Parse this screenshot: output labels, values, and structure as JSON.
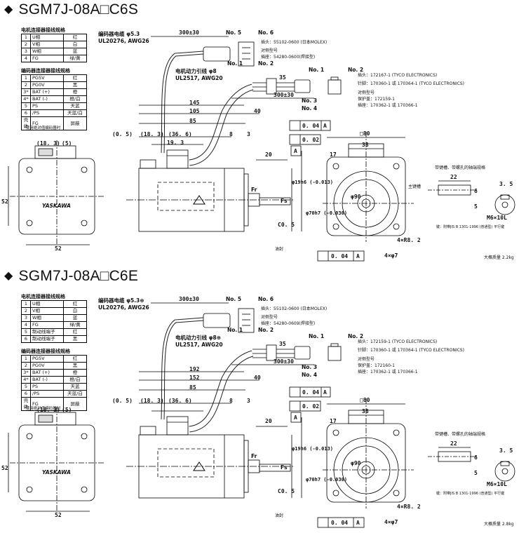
{
  "panels": [
    {
      "title": "SGM7J-08A□C6S",
      "power_table_title": "电机连接器接线规格",
      "power_rows": [
        [
          "1",
          "U相",
          "红"
        ],
        [
          "2",
          "V相",
          "白"
        ],
        [
          "3",
          "W相",
          "蓝"
        ],
        [
          "4",
          "FG",
          "绿/黄"
        ]
      ],
      "encoder_table_title": "编码器连接器接线规格",
      "encoder_rows": [
        [
          "1",
          "PG5V",
          "红"
        ],
        [
          "2",
          "PG0V",
          "黑"
        ],
        [
          "3*",
          "BAT (+)",
          "橙"
        ],
        [
          "4*",
          "BAT (-)",
          "橙/白"
        ],
        [
          "5",
          "PS",
          "天蓝"
        ],
        [
          "6",
          "/PS",
          "天蓝/白"
        ],
        [
          "壳体",
          "FG",
          "屏蔽"
        ]
      ],
      "encoder_note": "*使用绝对值编码器时",
      "encoder_cable": "编码器电缆 φ5.3",
      "encoder_cable_spec": "UL20276, AWG26",
      "power_cable": "电机动力引线 φ8",
      "power_cable_spec": "UL2517, AWG20",
      "no5": "No. 5",
      "no6": "No. 6",
      "no1": "No. 1",
      "no2": "No. 2",
      "no3": "No. 3",
      "no4": "No. 4",
      "enc_plug": "插头：55102-0600 (日本MOLEX)",
      "mate_label": "对侧型号",
      "enc_mate": "插座：54280-0600(焊接型)",
      "pow_plug": "插头：172167-1 (TYCO ELECTRONICS)",
      "pow_pin": "针脚：170360-1 或 170364-1 (TYCO ELECTRONICS)",
      "pow_mate_label": "对侧型号",
      "pow_cap": "保护盖：172159-1",
      "pow_socket": "插座：170362-1 或 170366-1",
      "dims": {
        "l300a": "300±30",
        "l300b": "300±30",
        "l35": "35",
        "l145": "145",
        "l105": "105",
        "l40": "40",
        "l85": "85",
        "l05": "(0. 5)",
        "l183": "(18. 3)",
        "l366": "(36. 6)",
        "l193": "19. 3",
        "l8": "8",
        "l3": "3",
        "l20": "20",
        "lc05": "C0. 5",
        "sq52a": "52",
        "sq52b": "52",
        "l183b": "(18. 3)",
        "l5": "(5)",
        "sq80": "□80",
        "l38": "38",
        "l17": "17",
        "phi90": "φ90",
        "phi70": "φ70h7 (-0.030)",
        "phi19": "φ19h6 (-0.013)",
        "r82": "4×R8. 2",
        "hole7": "4×φ7",
        "key22": "22",
        "key35": "3. 5",
        "key6": "6",
        "key5": "5",
        "m6": "M6×10L"
      },
      "tol1": "0. 04",
      "tol2": "0. 02",
      "tol3": "0. 04",
      "datum": "A",
      "oil_seal": "油封",
      "main_key": "主键槽",
      "key_title": "带键槽、带螺孔的轴端规格",
      "key_note": "键：附带JIS B 1301-1996 (普通型) 平行键",
      "weight": "大概质量 2.2kg",
      "brand": "YASKAWA",
      "fr": "Fr",
      "fs": "Fs"
    },
    {
      "title": "SGM7J-08A□C6E",
      "power_table_title": "电机连接器接线规格",
      "power_rows": [
        [
          "1",
          "U相",
          "红"
        ],
        [
          "2",
          "V相",
          "白"
        ],
        [
          "3",
          "W相",
          "蓝"
        ],
        [
          "4",
          "FG",
          "绿/黄"
        ],
        [
          "5",
          "制动线端子",
          "红"
        ],
        [
          "6",
          "制动线端子",
          "黑"
        ]
      ],
      "encoder_table_title": "编码器连接器接线规格",
      "encoder_rows": [
        [
          "1",
          "PG5V",
          "红"
        ],
        [
          "2",
          "PG0V",
          "黑"
        ],
        [
          "3*",
          "BAT (+)",
          "橙"
        ],
        [
          "4*",
          "BAT (-)",
          "橙/白"
        ],
        [
          "5",
          "PS",
          "天蓝"
        ],
        [
          "6",
          "/PS",
          "天蓝/白"
        ],
        [
          "壳体",
          "FG",
          "屏蔽"
        ]
      ],
      "encoder_note": "*使用绝对值编码器时",
      "encoder_cable": "编码器电缆 φ5.3⊕",
      "encoder_cable_spec": "UL20276, AWG26",
      "power_cable": "电机动力引线 φ8⊕",
      "power_cable_spec": "UL2517, AWG20",
      "no5": "No. 5",
      "no6": "No. 6",
      "no1": "No. 1",
      "no2": "No. 2",
      "no3": "No. 3",
      "no4": "No. 4",
      "enc_plug": "插头：55102-0600 (日本MOLEX)",
      "mate_label": "对侧型号",
      "enc_mate": "插座：54280-0609(焊接型)",
      "pow_plug": "插头：172159-1 (TYCO ELECTRONICS)",
      "pow_pin": "针脚：170360-1 或 170364-1 (TYCO ELECTRONICS)",
      "pow_mate_label": "对侧型号",
      "pow_cap": "保护盖：172160-1",
      "pow_socket": "插座：170362-1 或 170366-1",
      "dims": {
        "l300a": "300±30",
        "l300b": "300±30",
        "l35": "35",
        "l145": "192",
        "l105": "152",
        "l40": "40",
        "l85": "85",
        "l05": "(0. 5)",
        "l183": "(18. 3)",
        "l366": "(36. 6)",
        "l193": "",
        "l8": "8",
        "l3": "3",
        "l20": "20",
        "lc05": "C0. 5",
        "sq52a": "52",
        "sq52b": "52",
        "l183b": "(18. 3)",
        "l5": "(5)",
        "sq80": "□80",
        "l38": "38",
        "l17": "17",
        "phi90": "φ90",
        "phi70": "φ70h7 (-0.030)",
        "phi19": "φ19h6 (-0.013)",
        "r82": "4×R8. 2",
        "hole7": "4×φ7",
        "key22": "22",
        "key35": "3. 5",
        "key6": "6",
        "key5": "5",
        "m6": "M6×10L"
      },
      "tol1": "0. 04",
      "tol2": "0. 02",
      "tol3": "0. 04",
      "datum": "A",
      "oil_seal": "油封",
      "main_key": "",
      "key_title": "带键槽、带螺孔的轴端规格",
      "key_note": "键：附带JIS B 1301-1996 (普通型) 平行键",
      "weight": "大概质量 2.8kg",
      "brand": "YASKAWA",
      "fr": "Fr",
      "fs": "Fs"
    }
  ]
}
